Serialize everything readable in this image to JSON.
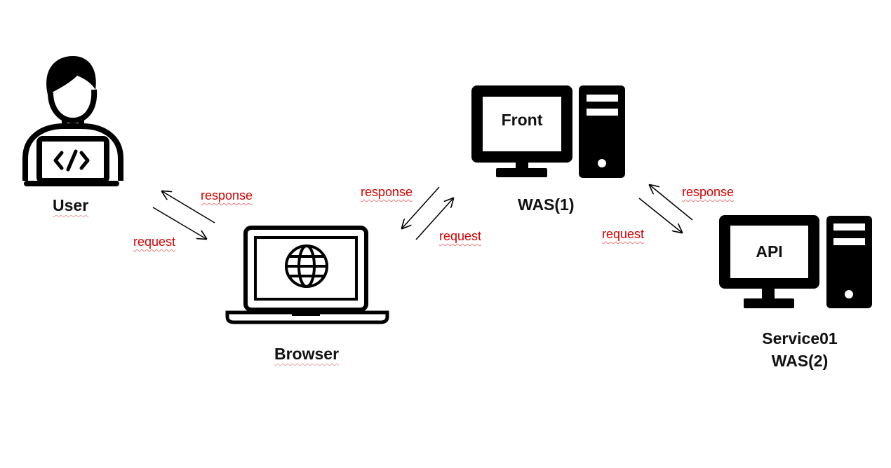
{
  "nodes": {
    "user": {
      "label": "User",
      "icon": "developer-laptop-icon"
    },
    "browser": {
      "label": "Browser",
      "icon": "laptop-globe-icon"
    },
    "front": {
      "screen_text": "Front",
      "label": "WAS(1)",
      "icon": "desktop-computer-icon"
    },
    "api": {
      "screen_text": "API",
      "label_line1": "Service01",
      "label_line2": "WAS(2)",
      "icon": "desktop-computer-icon"
    }
  },
  "edges": {
    "user_browser": {
      "response": "response",
      "request": "request"
    },
    "browser_front": {
      "response": "response",
      "request": "request"
    },
    "front_api": {
      "response": "response",
      "request": "request"
    }
  },
  "colors": {
    "icon": "#000000",
    "edge_label": "#d40000",
    "squiggle": "#e87b7b"
  }
}
